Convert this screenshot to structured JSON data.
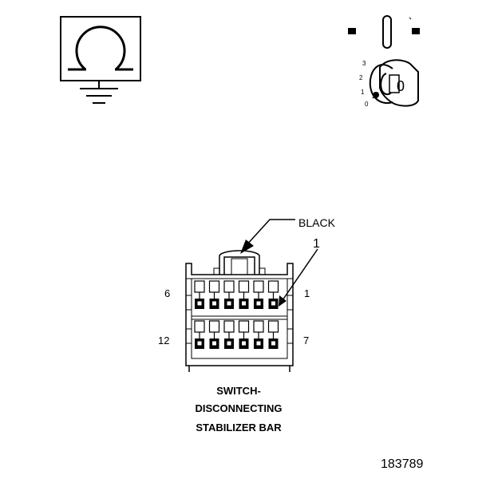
{
  "ohmmeter": {
    "symbol": "Ω"
  },
  "ignition": {
    "positions": [
      "3",
      "2",
      "1",
      "0"
    ],
    "key_label": "0"
  },
  "connector": {
    "callout_color": "BLACK",
    "callout_pin": "1",
    "pin_labels": {
      "top_left": "6",
      "top_right": "1",
      "bottom_left": "12",
      "bottom_right": "7"
    },
    "caption": [
      "SWITCH-",
      "DISCONNECTING",
      "STABILIZER BAR"
    ]
  },
  "figure_number": "183789"
}
